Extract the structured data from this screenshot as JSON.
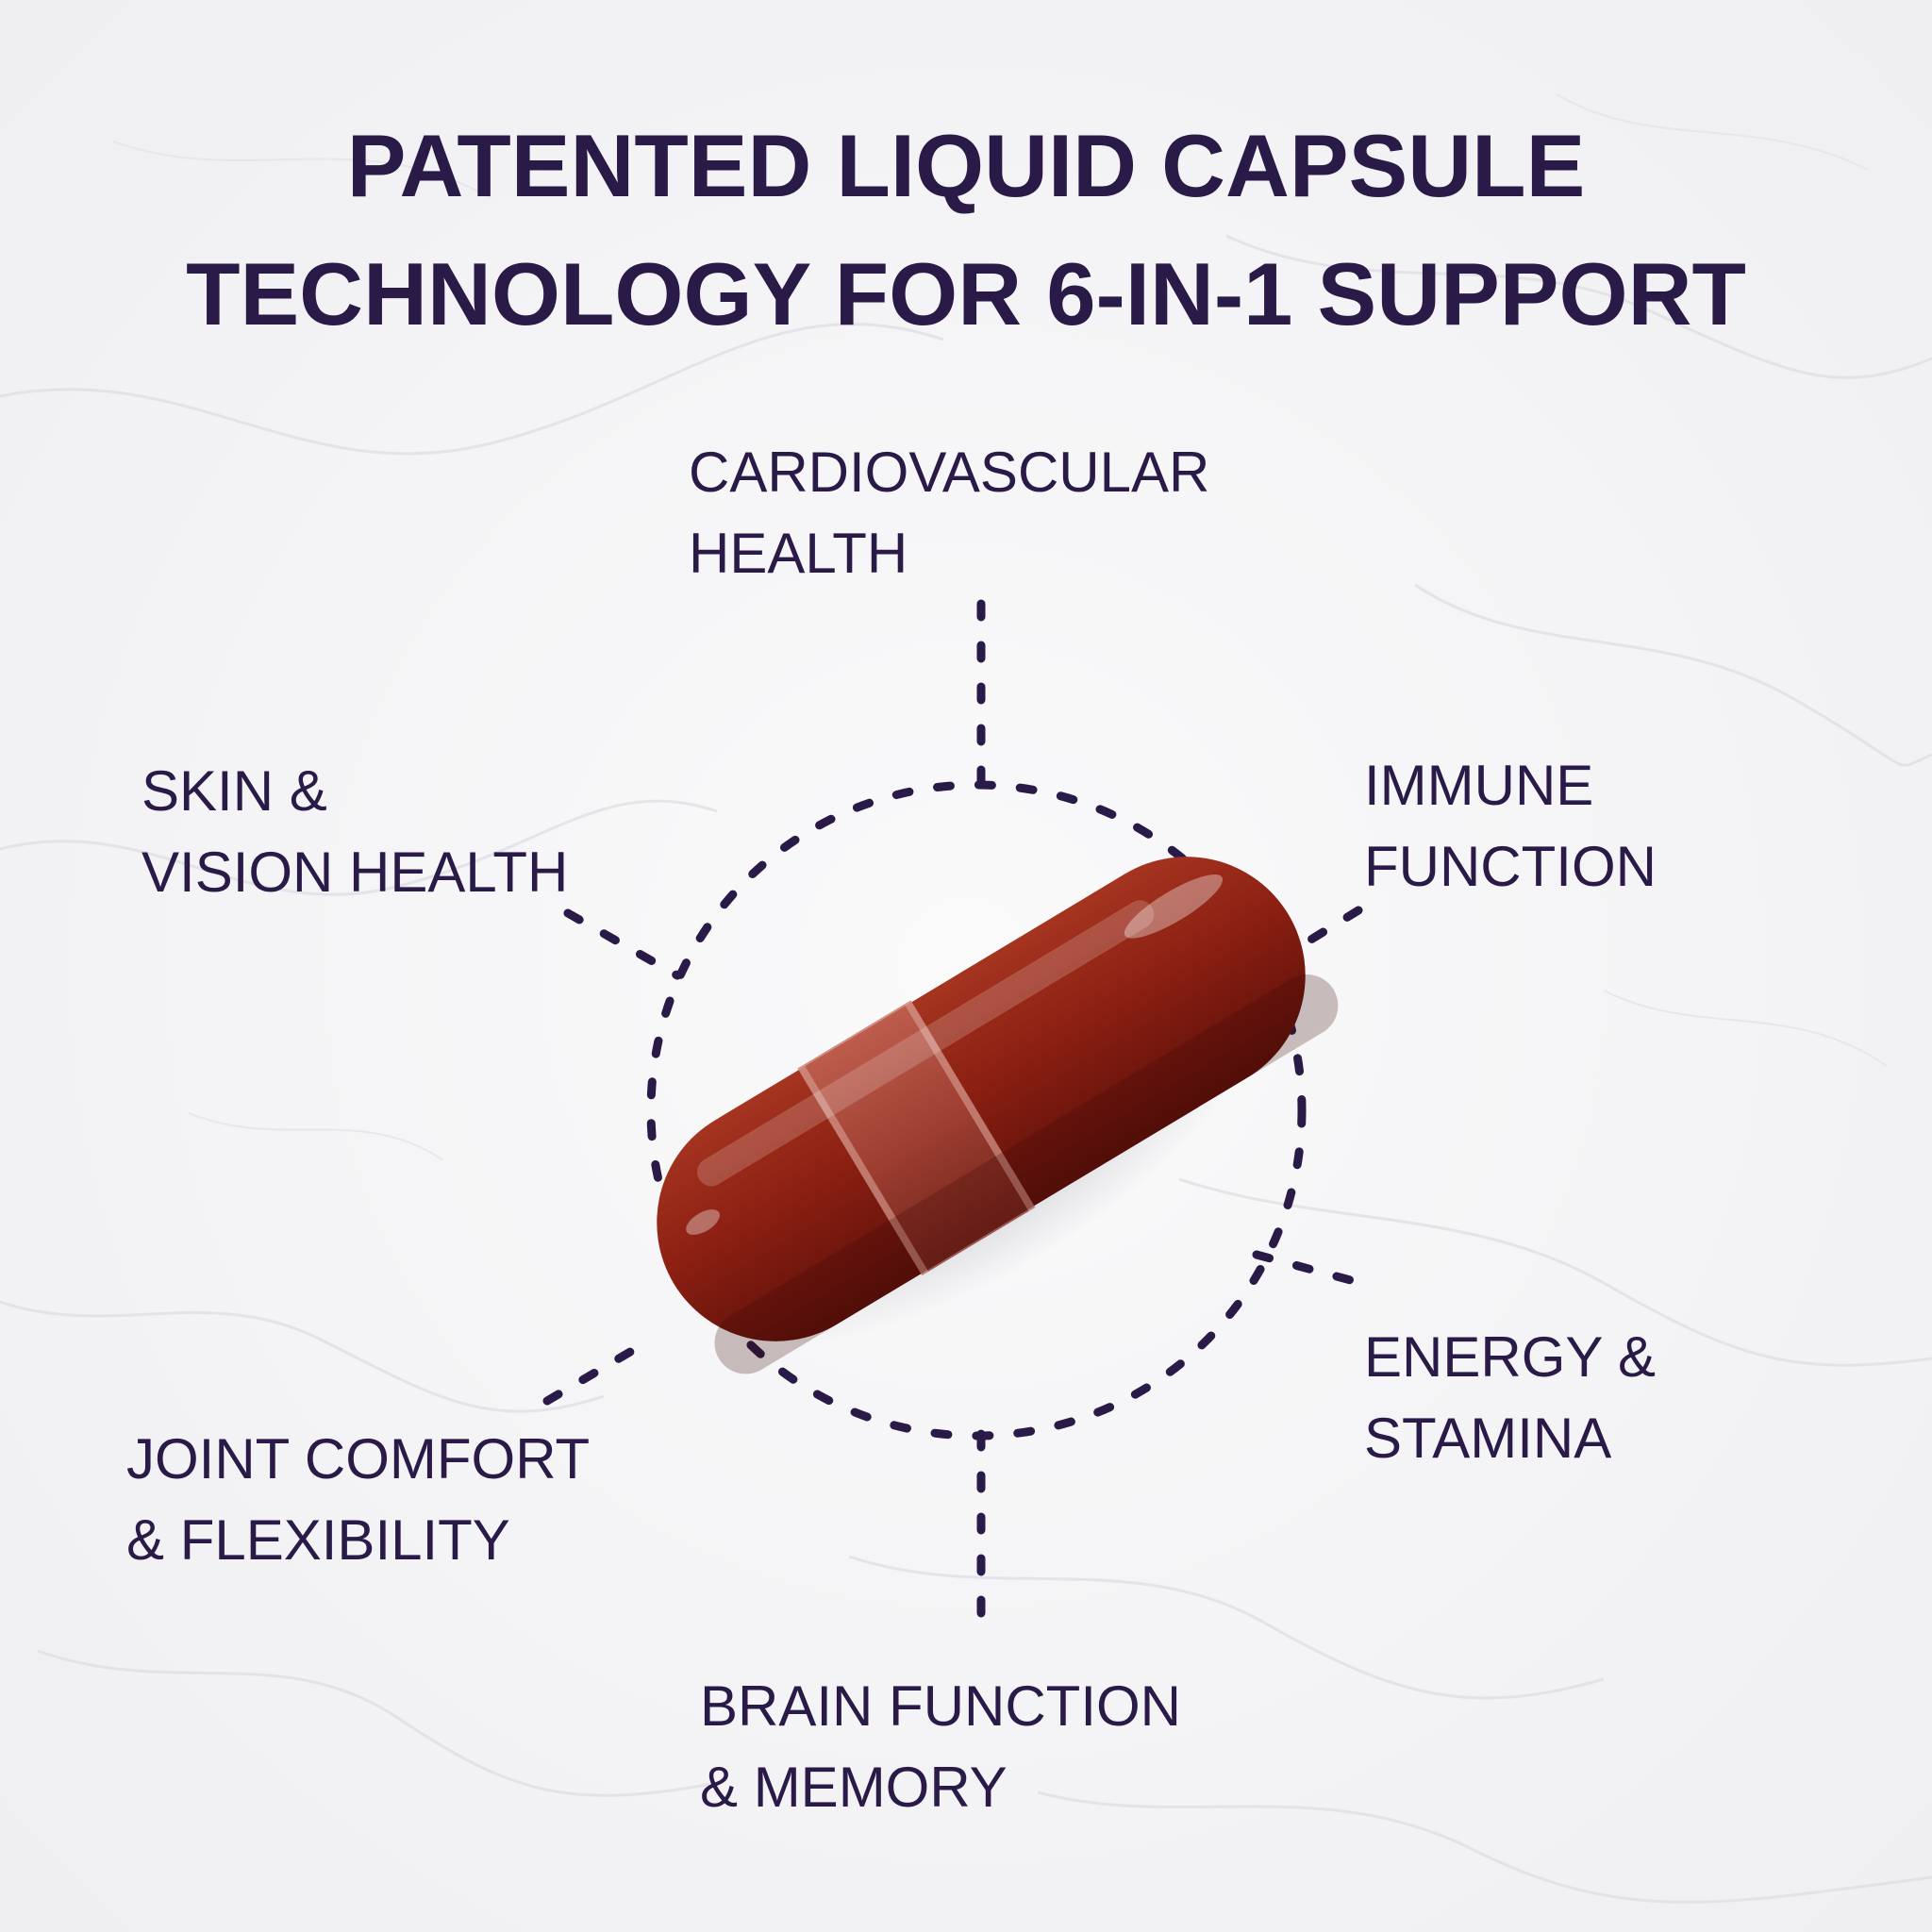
{
  "headline": {
    "line1": "PATENTED LIQUID CAPSULE",
    "line2": "TECHNOLOGY FOR 6-IN-1 SUPPORT"
  },
  "benefits": {
    "cardiovascular": {
      "line1": "CARDIOVASCULAR",
      "line2": "HEALTH"
    },
    "skin_vision": {
      "line1": "SKIN &",
      "line2": "VISION HEALTH"
    },
    "immune": {
      "line1": "IMMUNE",
      "line2": "FUNCTION"
    },
    "energy": {
      "line1": "ENERGY &",
      "line2": "STAMINA"
    },
    "joint": {
      "line1": "JOINT COMFORT",
      "line2": "& FLEXIBILITY"
    },
    "brain": {
      "line1": "BRAIN FUNCTION",
      "line2": "& MEMORY"
    }
  },
  "colors": {
    "text": "#2a1a47",
    "capsule": "#8a1e12",
    "background": "#f4f4f6"
  }
}
